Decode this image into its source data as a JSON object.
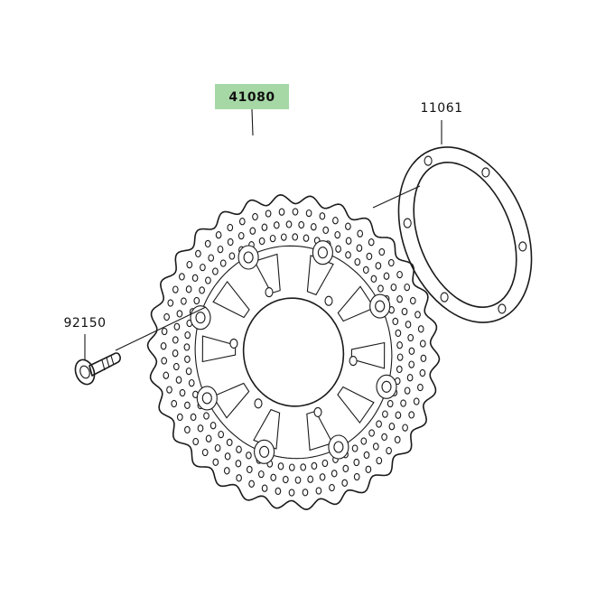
{
  "parts": [
    {
      "id": "disc",
      "number": "41080",
      "highlighted": true
    },
    {
      "id": "gasket",
      "number": "11061",
      "highlighted": false
    },
    {
      "id": "bolt",
      "number": "92150",
      "highlighted": false
    }
  ],
  "colors": {
    "highlight": "#a6d8a6",
    "line": "#1a1a1a",
    "background": "#ffffff"
  }
}
